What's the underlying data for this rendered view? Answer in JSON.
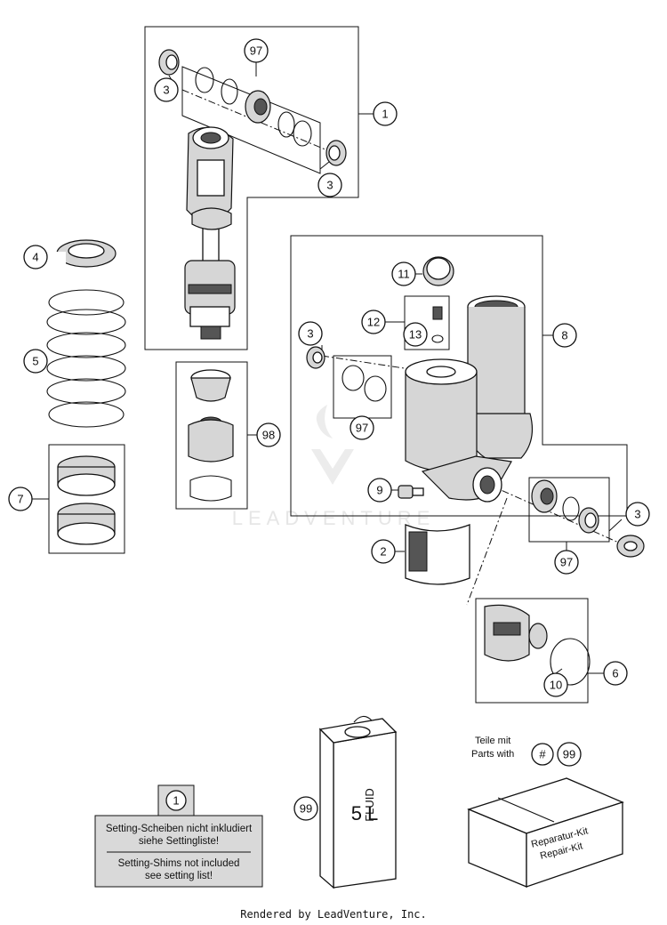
{
  "callouts": {
    "c1": "1",
    "c2": "2",
    "c3a": "3",
    "c3b": "3",
    "c3c": "3",
    "c3d": "3",
    "c4": "4",
    "c5": "5",
    "c6": "6",
    "c7": "7",
    "c8": "8",
    "c9": "9",
    "c10": "10",
    "c11": "11",
    "c12": "12",
    "c13": "13",
    "c97a": "97",
    "c97b": "97",
    "c97c": "97",
    "c98": "98",
    "c99": "99",
    "note_ref": "1",
    "kit_ref": "99"
  },
  "note": {
    "line1": "Setting-Scheiben nicht inkludiert",
    "line2": "siehe Settingliste!",
    "line3": "Setting-Shims not included",
    "line4": "see setting list!"
  },
  "fluid_can": {
    "label": "FLUID",
    "volume": "5 L"
  },
  "kit": {
    "teile_mit": "Teile mit",
    "parts_with": "Parts with",
    "hash": "#",
    "box_label_1": "Reparatur-Kit",
    "box_label_2": "Repair-Kit"
  },
  "watermark": "LEADVENTURE",
  "footer": "Rendered by LeadVenture, Inc."
}
